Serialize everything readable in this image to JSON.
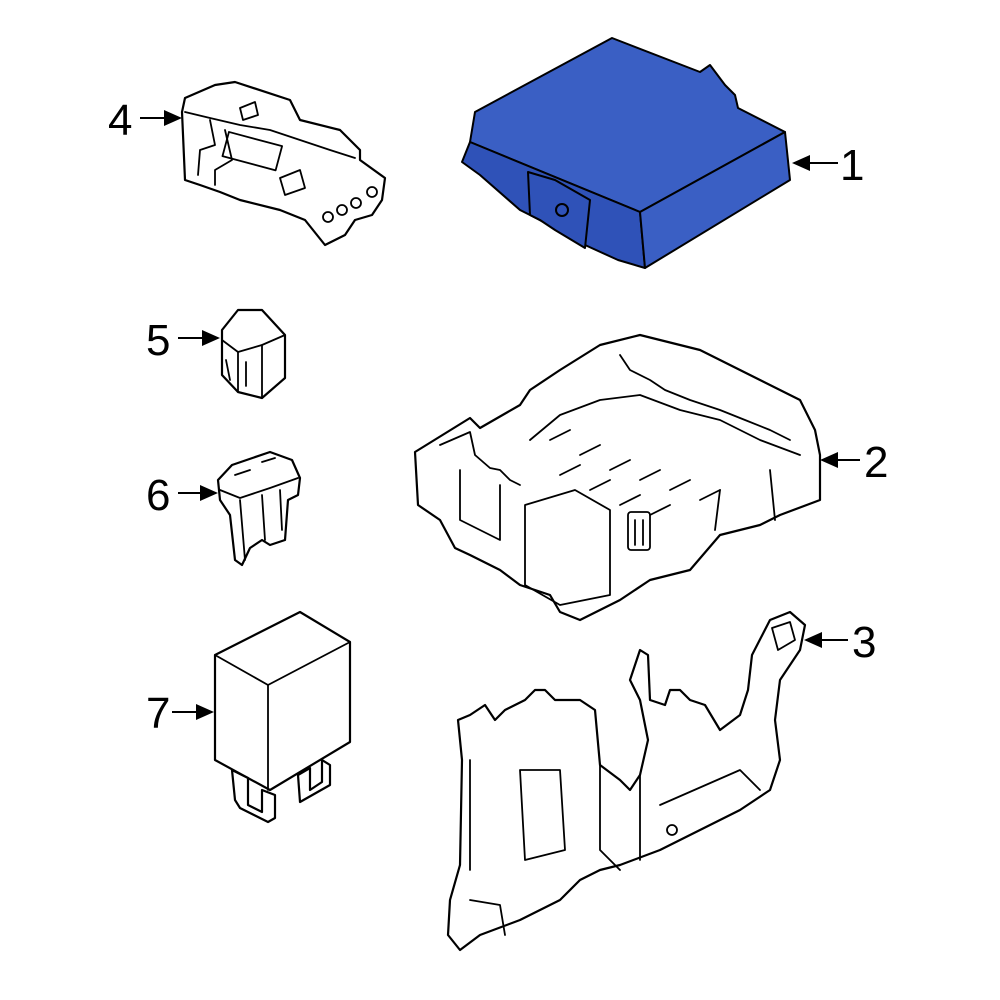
{
  "colors": {
    "highlight": "#3a5fc4",
    "highlight_dark": "#1f3a8a",
    "outline": "#000000",
    "background": "#ffffff"
  },
  "callouts": [
    {
      "id": "1",
      "label": "1"
    },
    {
      "id": "2",
      "label": "2"
    },
    {
      "id": "3",
      "label": "3"
    },
    {
      "id": "4",
      "label": "4"
    },
    {
      "id": "5",
      "label": "5"
    },
    {
      "id": "6",
      "label": "6"
    },
    {
      "id": "7",
      "label": "7"
    }
  ],
  "highlighted_part": "1"
}
